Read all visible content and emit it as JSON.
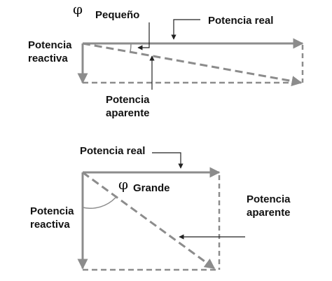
{
  "colors": {
    "line": "#8c8c8c",
    "text": "#111111",
    "background": "#ffffff"
  },
  "diagram_top": {
    "phi": "φ",
    "angle_label": "Pequeño",
    "real_power": "Potencia real",
    "reactive_power": [
      "Potencia",
      "reactiva"
    ],
    "apparent_power": [
      "Potencia",
      "aparente"
    ]
  },
  "diagram_bottom": {
    "real_power": "Potencia real",
    "phi": "φ",
    "angle_label": "Grande",
    "reactive_power": [
      "Potencia",
      "reactiva"
    ],
    "apparent_power": [
      "Potencia",
      "aparente"
    ]
  }
}
